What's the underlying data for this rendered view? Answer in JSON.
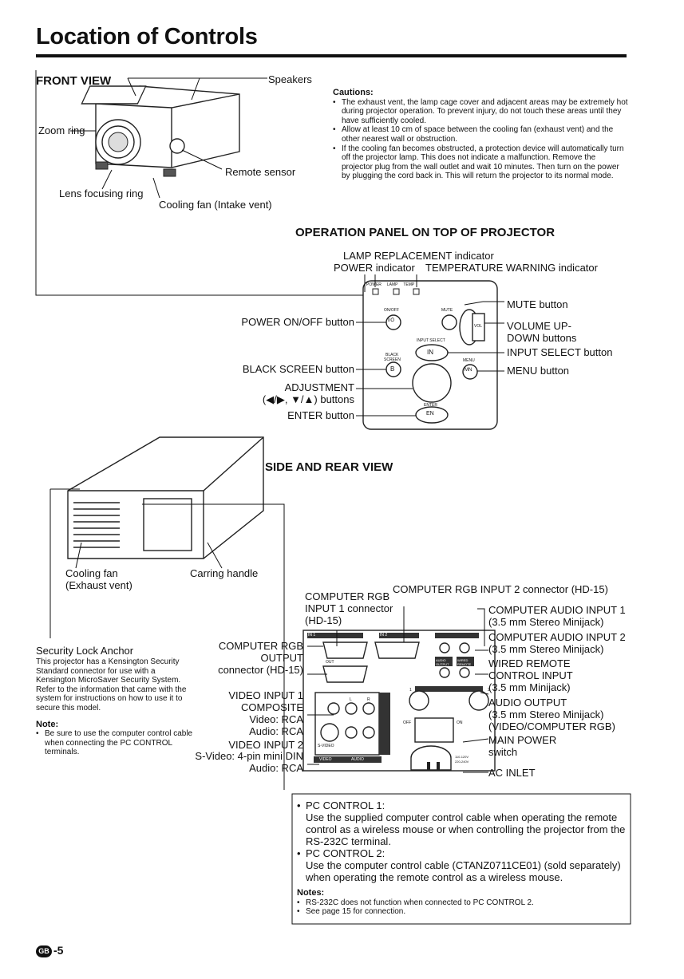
{
  "page_title": "Location of Controls",
  "front_view": {
    "heading": "FRONT VIEW",
    "labels": {
      "speakers": "Speakers",
      "zoom_ring": "Zoom ring",
      "remote_sensor": "Remote sensor",
      "lens_focusing_ring": "Lens focusing ring",
      "cooling_fan_intake": "Cooling fan (Intake vent)"
    }
  },
  "cautions": {
    "heading": "Cautions:",
    "items": [
      "The exhaust vent, the lamp cage cover and adjacent areas may be extremely hot during projector operation. To prevent injury, do not touch these areas until they have sufficiently cooled.",
      "Allow at least 10 cm of space between the cooling fan (exhaust vent) and the other nearest wall or obstruction.",
      "If the cooling fan becomes obstructed, a protection device will automatically turn off the projector lamp. This does not indicate a malfunction. Remove the projector plug from the wall outlet and wait 10 minutes. Then turn on the power by plugging the cord back in. This will return the projector to its normal mode."
    ]
  },
  "operation_panel": {
    "heading": "OPERATION PANEL ON TOP OF PROJECTOR",
    "labels": {
      "lamp_replacement": "LAMP REPLACEMENT indicator",
      "power_indicator": "POWER indicator",
      "temperature_warning": "TEMPERATURE WARNING indicator",
      "power_onoff": "POWER ON/OFF button",
      "black_screen": "BLACK SCREEN button",
      "adjustment_1": "ADJUSTMENT",
      "adjustment_2": "(◀/▶, ▼/▲) buttons",
      "enter": "ENTER button",
      "mute": "MUTE button",
      "volume_1": "VOLUME UP-",
      "volume_2": "DOWN buttons",
      "input_select": "INPUT SELECT button",
      "menu": "MENU button"
    },
    "panel_text": {
      "power": "POWER",
      "lamp": "LAMP",
      "temp": "TEMP",
      "onoff": "ON/OFF",
      "mute": "MUTE",
      "vol": "VOL",
      "input_select": "INPUT SELECT",
      "black": "BLACK",
      "screen": "SCREEN",
      "menu": "MENU",
      "enter": "ENTER",
      "btn_power": "I/Ö",
      "btn_in": "IN",
      "btn_b": "B",
      "btn_mn": "MN",
      "btn_en": "EN"
    }
  },
  "side_rear_view": {
    "heading": "SIDE AND REAR VIEW",
    "left_labels": {
      "cooling_fan_1": "Cooling fan",
      "cooling_fan_2": "(Exhaust vent)",
      "carring_handle": "Carring handle",
      "security_heading": "Security Lock Anchor",
      "security_text": "This projector has a Kensington Security Standard connector for use with a Kensington MicroSaver Security System. Refer to the information that came with the system for instructions on how to use it to secure this model.",
      "note_heading": "Note:",
      "note_item": "Be sure to use the computer control cable when connecting the PC CONTROL terminals."
    },
    "connector_labels": {
      "rgb_in1_a": "COMPUTER RGB",
      "rgb_in1_b": "INPUT 1 connector",
      "rgb_in1_c": "(HD-15)",
      "rgb_in2": "COMPUTER RGB INPUT 2 connector (HD-15)",
      "rgb_out_a": "COMPUTER RGB",
      "rgb_out_b": "OUTPUT",
      "rgb_out_c": "connector (HD-15)",
      "video1_a": "VIDEO INPUT 1",
      "video1_b": "COMPOSITE",
      "video1_c": "Video: RCA",
      "video1_d": "Audio: RCA",
      "video2_a": "VIDEO INPUT 2",
      "video2_b": "S-Video: 4-pin mini DIN",
      "video2_c": "Audio: RCA",
      "audio_in1_a": "COMPUTER AUDIO INPUT 1",
      "audio_in1_b": "(3.5 mm Stereo Minijack)",
      "audio_in2_a": "COMPUTER AUDIO INPUT 2",
      "audio_in2_b": "(3.5 mm Stereo Minijack)",
      "wired_a": "WIRED REMOTE",
      "wired_b": "CONTROL INPUT",
      "wired_c": "(3.5 mm Minijack)",
      "audio_out_a": "AUDIO OUTPUT",
      "audio_out_b": "(3.5 mm Stereo Minijack)",
      "audio_out_c": "(VIDEO/COMPUTER RGB)",
      "main_power_a": "MAIN POWER",
      "main_power_b": "switch",
      "ac_inlet": "AC INLET"
    },
    "panel_text": {
      "in1": "IN 1",
      "in2": "IN 2",
      "out": "OUT",
      "audio_output": "AUDIO OUTPUT",
      "wired_remote": "WIRED REMOTE",
      "off": "OFF",
      "on": "ON",
      "svideo": "S-VIDEO",
      "video": "VIDEO",
      "audio": "AUDIO",
      "l": "L",
      "r": "R",
      "one": "1",
      "two": "2",
      "voltage_1": "110-120V",
      "voltage_2": "220-240V"
    }
  },
  "pc_control": {
    "item1_title": "PC CONTROL 1:",
    "item1_text": "Use the supplied computer control cable when operating the remote control as a wireless mouse or when controlling the projector from the RS-232C terminal.",
    "item2_title": "PC CONTROL 2:",
    "item2_text": "Use the computer control cable (CTANZ0711CE01) (sold separately) when operating the remote control as a wireless mouse.",
    "notes_heading": "Notes:",
    "notes": [
      "RS-232C does not function when connected to PC CONTROL 2.",
      "See page 15 for connection."
    ]
  },
  "page_number": {
    "badge": "GB",
    "suffix": "-5"
  }
}
